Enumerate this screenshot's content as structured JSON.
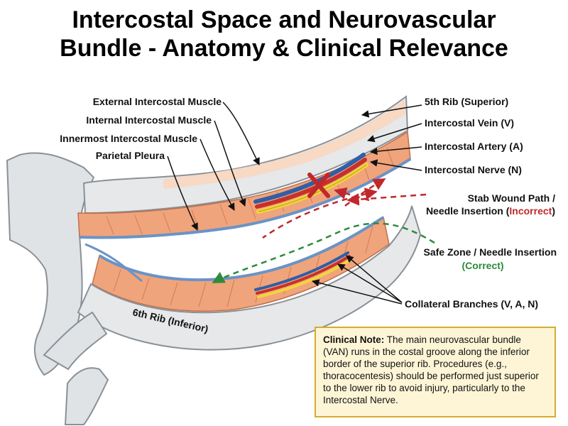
{
  "title": {
    "line1": "Intercostal Space and Neurovascular",
    "line2": "Bundle - Anatomy & Clinical Relevance"
  },
  "labels": {
    "external_intercostal": "External Intercostal Muscle",
    "internal_intercostal": "Internal Intercostal Muscle",
    "innermost_intercostal": "Innermost Intercostal Muscle",
    "parietal_pleura": "Parietal Pleura",
    "rib_superior": "5th Rib (Superior)",
    "intercostal_vein": "Intercostal Vein (V)",
    "intercostal_artery": "Intercostal Artery (A)",
    "intercostal_nerve": "Intercostal Nerve (N)",
    "stab_line1": "Stab Wound Path /",
    "stab_line2_prefix": "Needle Insertion (",
    "stab_line2_highlight": "Incorrect",
    "stab_line2_suffix": ")",
    "safe_line1": "Safe Zone / Needle Insertion",
    "safe_line2": "(Correct)",
    "collateral": "Collateral Branches (V, A, N)",
    "rib_inferior": "6th Rib (Inferior)"
  },
  "note": {
    "heading": "Clinical Note:",
    "body": " The main neurovascular bundle (VAN) runs in the costal groove along the inferior border of the superior rib. Procedures (e.g., thoracocentesis) should be performed just superior to the lower rib to avoid injury, particularly to the Intercostal Nerve."
  },
  "colors": {
    "vein": "#2f5fa8",
    "artery": "#c8302c",
    "nerve": "#f2d43c",
    "muscle": "#f0a47c",
    "rib": "#e6e8ea",
    "pleura": "#6b93c6",
    "incorrect": "#c0282a",
    "correct": "#2e8b3a",
    "note_bg": "#fdf5d6",
    "note_border": "#d4ac2f"
  }
}
